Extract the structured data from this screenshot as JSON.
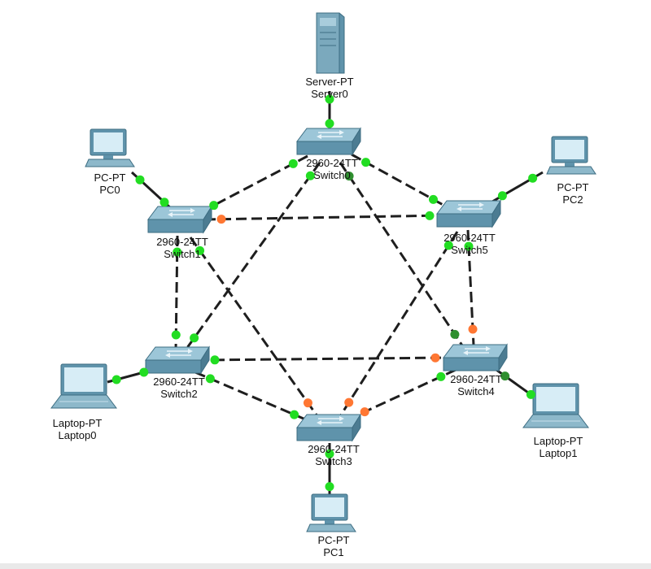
{
  "colors": {
    "link": "#1e1e1e",
    "port_up": "#22dd22",
    "port_blocked": "#ff7733",
    "port_dark": "#2f8f2f",
    "device_blue": "#5b8fa6"
  },
  "devices": [
    {
      "id": "server0",
      "icon": "server-icon",
      "type_label": "Server-PT",
      "name": "Server0"
    },
    {
      "id": "pc0",
      "icon": "desktop-pc-icon",
      "type_label": "PC-PT",
      "name": "PC0"
    },
    {
      "id": "pc2",
      "icon": "desktop-pc-icon",
      "type_label": "PC-PT",
      "name": "PC2"
    },
    {
      "id": "pc1",
      "icon": "desktop-pc-icon",
      "type_label": "PC-PT",
      "name": "PC1"
    },
    {
      "id": "laptop0",
      "icon": "laptop-icon",
      "type_label": "Laptop-PT",
      "name": "Laptop0"
    },
    {
      "id": "laptop1",
      "icon": "laptop-icon",
      "type_label": "Laptop-PT",
      "name": "Laptop1"
    },
    {
      "id": "switch0",
      "icon": "switch-icon",
      "type_label": "2960-24TT",
      "name": "Switch0"
    },
    {
      "id": "switch1",
      "icon": "switch-icon",
      "type_label": "2960-24TT",
      "name": "Switch1"
    },
    {
      "id": "switch5",
      "icon": "switch-icon",
      "type_label": "2960-24TT",
      "name": "Switch5"
    },
    {
      "id": "switch2",
      "icon": "switch-icon",
      "type_label": "2960-24TT",
      "name": "Switch2"
    },
    {
      "id": "switch4",
      "icon": "switch-icon",
      "type_label": "2960-24TT",
      "name": "Switch4"
    },
    {
      "id": "switch3",
      "icon": "switch-icon",
      "type_label": "2960-24TT",
      "name": "Switch3"
    }
  ],
  "links": [
    {
      "a": "server0",
      "b": "switch0",
      "style": "solid",
      "a_port": "up",
      "b_port": "up"
    },
    {
      "a": "pc0",
      "b": "switch1",
      "style": "solid",
      "a_port": "up",
      "b_port": "up"
    },
    {
      "a": "pc2",
      "b": "switch5",
      "style": "solid",
      "a_port": "up",
      "b_port": "up"
    },
    {
      "a": "laptop0",
      "b": "switch2",
      "style": "solid",
      "a_port": "up",
      "b_port": "up"
    },
    {
      "a": "laptop1",
      "b": "switch4",
      "style": "solid",
      "a_port": "up",
      "b_port": "dark"
    },
    {
      "a": "pc1",
      "b": "switch3",
      "style": "solid",
      "a_port": "up",
      "b_port": "up"
    },
    {
      "a": "switch0",
      "b": "switch1",
      "style": "dashed",
      "a_port": "up",
      "b_port": "up"
    },
    {
      "a": "switch0",
      "b": "switch5",
      "style": "dashed",
      "a_port": "up",
      "b_port": "up"
    },
    {
      "a": "switch0",
      "b": "switch2",
      "style": "dashed",
      "a_port": "up",
      "b_port": "up"
    },
    {
      "a": "switch0",
      "b": "switch4",
      "style": "dashed",
      "a_port": "dark",
      "b_port": "dark"
    },
    {
      "a": "switch1",
      "b": "switch5",
      "style": "dashed",
      "a_port": "blocked",
      "b_port": "up"
    },
    {
      "a": "switch1",
      "b": "switch2",
      "style": "dashed",
      "a_port": "up",
      "b_port": "up"
    },
    {
      "a": "switch1",
      "b": "switch3",
      "style": "dashed",
      "a_port": "up",
      "b_port": "blocked"
    },
    {
      "a": "switch5",
      "b": "switch4",
      "style": "dashed",
      "a_port": "up",
      "b_port": "blocked"
    },
    {
      "a": "switch5",
      "b": "switch3",
      "style": "dashed",
      "a_port": "up",
      "b_port": "blocked"
    },
    {
      "a": "switch2",
      "b": "switch4",
      "style": "dashed",
      "a_port": "up",
      "b_port": "blocked"
    },
    {
      "a": "switch2",
      "b": "switch3",
      "style": "dashed",
      "a_port": "up",
      "b_port": "up"
    },
    {
      "a": "switch4",
      "b": "switch3",
      "style": "dashed",
      "a_port": "up",
      "b_port": "blocked"
    }
  ]
}
